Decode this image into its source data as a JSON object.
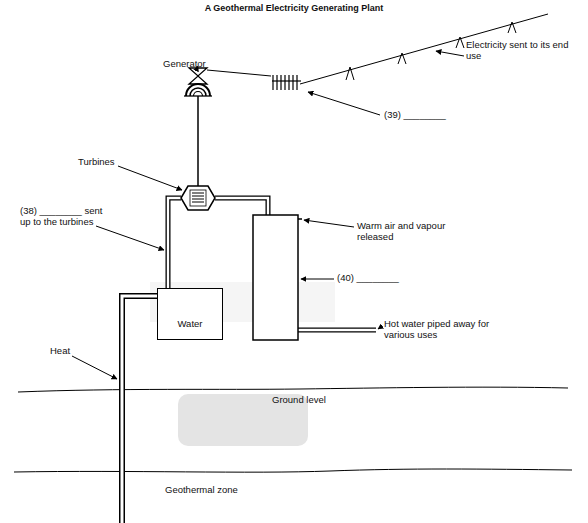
{
  "diagram": {
    "title": "A Geothermal Electricity Generating Plant",
    "nodes": [
      {
        "text": [
          "Water"
        ]
      }
    ],
    "labels": [
      "Generator",
      "Turbines",
      "(38) ________ sent up to the turbines",
      "(39) ________",
      "Electricity sent to its end use",
      "Warm air and vapour released",
      "(40) ________",
      "Hot water piped away for various uses",
      "Heat",
      "Ground level",
      "Geothermal zone"
    ]
  }
}
